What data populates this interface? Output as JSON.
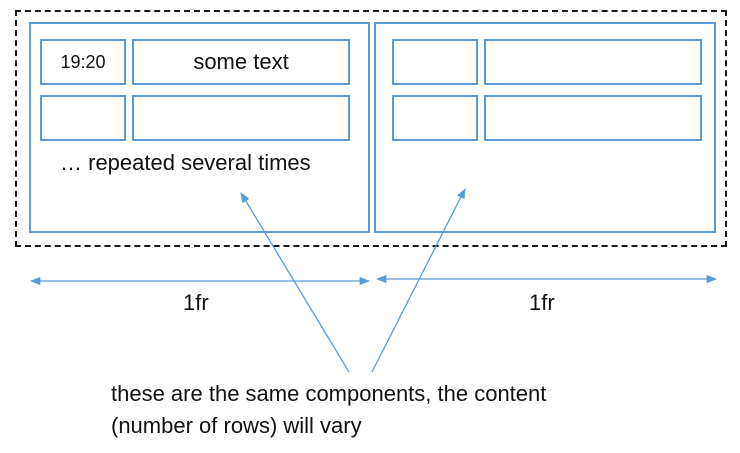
{
  "left_component": {
    "row1": {
      "time": "19:20",
      "text": "some text"
    },
    "repeat_note": "… repeated several times"
  },
  "width_labels": {
    "left": "1fr",
    "right": "1fr"
  },
  "caption": {
    "line1": "these are the same components, the content",
    "line2": "(number of rows) will vary"
  },
  "colors": {
    "box_stroke": "#5b9bd5",
    "arrow": "#5b9bd5",
    "dashed_border": "#1a1a1a"
  }
}
